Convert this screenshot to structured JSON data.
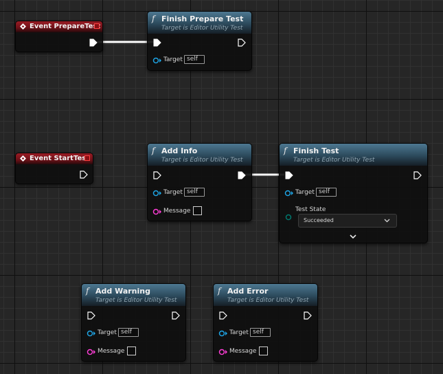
{
  "graph": {
    "events": [
      {
        "title": "Event PrepareTest"
      },
      {
        "title": "Event StartTest"
      }
    ],
    "nodes": {
      "finish_prepare": {
        "title": "Finish Prepare Test",
        "subtitle": "Target is Editor Utility Test",
        "target_label": "Target",
        "target_value": "self"
      },
      "add_info": {
        "title": "Add Info",
        "subtitle": "Target is Editor Utility Test",
        "target_label": "Target",
        "target_value": "self",
        "message_label": "Message"
      },
      "finish_test": {
        "title": "Finish Test",
        "subtitle": "Target is Editor Utility Test",
        "target_label": "Target",
        "target_value": "self",
        "state_label": "Test State",
        "state_value": "Succeeded"
      },
      "add_warning": {
        "title": "Add Warning",
        "subtitle": "Target is Editor Utility Test",
        "target_label": "Target",
        "target_value": "self",
        "message_label": "Message"
      },
      "add_error": {
        "title": "Add Error",
        "subtitle": "Target is Editor Utility Test",
        "target_label": "Target",
        "target_value": "self",
        "message_label": "Message"
      }
    },
    "function_glyph": "f",
    "colors": {
      "exec_wire": "#ffffff",
      "object_pin": "#1ea5e6",
      "string_pin": "#ff3dd6",
      "enum_pin": "#00786e",
      "event_header": "#8a1820",
      "function_header": "#3f6a82"
    }
  }
}
